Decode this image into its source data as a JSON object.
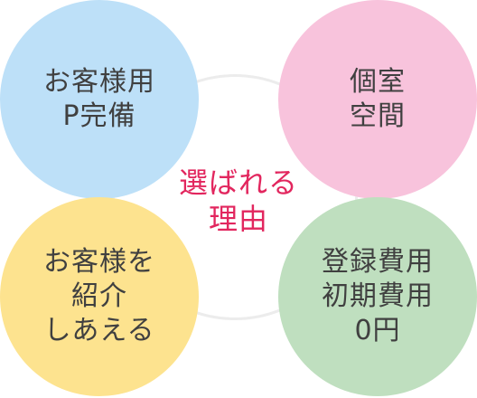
{
  "diagram": {
    "center": {
      "line1": "選ばれる",
      "line2": "理由"
    },
    "top_left": {
      "line1": "お客様用",
      "line2": "P完備"
    },
    "top_right": {
      "line1": "個室",
      "line2": "空間"
    },
    "bottom_left": {
      "line1": "お客様を",
      "line2": "紹介",
      "line3": "しあえる"
    },
    "bottom_right": {
      "line1": "登録費用",
      "line2": "初期費用",
      "line3": "0円"
    },
    "colors": {
      "top_left": "#bde0f8",
      "top_right": "#f8c3dc",
      "bottom_left": "#fde38f",
      "bottom_right": "#bfdfbf",
      "center_text": "#e2265e",
      "ring": "#ececec"
    }
  }
}
